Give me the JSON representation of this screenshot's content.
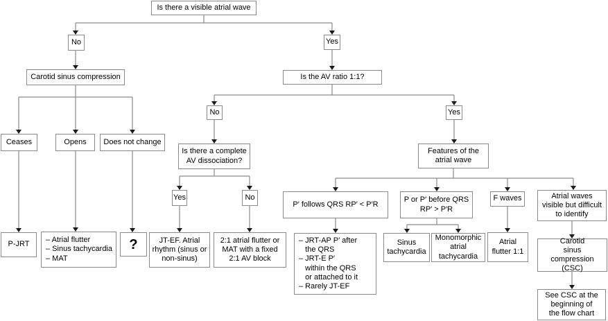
{
  "colors": {
    "background": "#ffffff",
    "box_border": "#898989",
    "line": "#8a8a8a",
    "arrowhead": "#1a1a1a",
    "text": "#000000"
  },
  "nodes": {
    "root": {
      "label": "Is there a visible atrial wave"
    },
    "no_visible": {
      "label": "No"
    },
    "yes_visible": {
      "label": "Yes"
    },
    "carotid_compression": {
      "label": "Carotid sinus compression"
    },
    "av_ratio": {
      "label": "Is the AV ratio 1:1?"
    },
    "ceases": {
      "label": "Ceases"
    },
    "opens": {
      "label": "Opens"
    },
    "does_not_change": {
      "label": "Does not change"
    },
    "p_jrt": {
      "label": "P-JRT"
    },
    "opens_outcomes": {
      "label": "– Atrial flutter\n– Sinus tachycardia\n– MAT"
    },
    "unknown": {
      "label": "?"
    },
    "no_ratio": {
      "label": "No"
    },
    "yes_ratio": {
      "label": "Yes"
    },
    "av_dissociation": {
      "label": "Is there a complete\nAV dissociation?"
    },
    "yes_dissociation": {
      "label": "Yes"
    },
    "no_dissociation": {
      "label": "No"
    },
    "jt_ef": {
      "label": "JT-EF. Atrial\nrhythm (sinus or\nnon-sinus)"
    },
    "flutter_2_1": {
      "label": "2:1 atrial flutter or\nMAT with a fixed\n2:1 AV block"
    },
    "features": {
      "label": "Features of the\natrial wave"
    },
    "p_follows_qrs": {
      "label": "P′ follows QRS RP′ < P′R"
    },
    "p_before_qrs": {
      "label": "P or P′ before QRS\nRP′ > P′R"
    },
    "f_waves": {
      "label": "F waves"
    },
    "aw_difficult": {
      "label": "Atrial waves\nvisible but difficult\nto identify"
    },
    "jrt_outcomes": {
      "label": "– JRT-AP P′ after\n   the QRS\n– JRT-E P′\n   within the QRS\n   or attached to it\n– Rarely JT-EF"
    },
    "sinus_tachycardia": {
      "label": "Sinus\ntachycardia"
    },
    "monomorphic_at": {
      "label": "Monomorphic\natrial\ntachycardia"
    },
    "atrial_flutter_1_1": {
      "label": "Atrial\nflutter 1:1"
    },
    "csc": {
      "label": "Carotid\nsinus\ncompression (CSC)"
    },
    "see_csc": {
      "label": "See CSC at the\nbeginning of\nthe flow chart"
    }
  }
}
